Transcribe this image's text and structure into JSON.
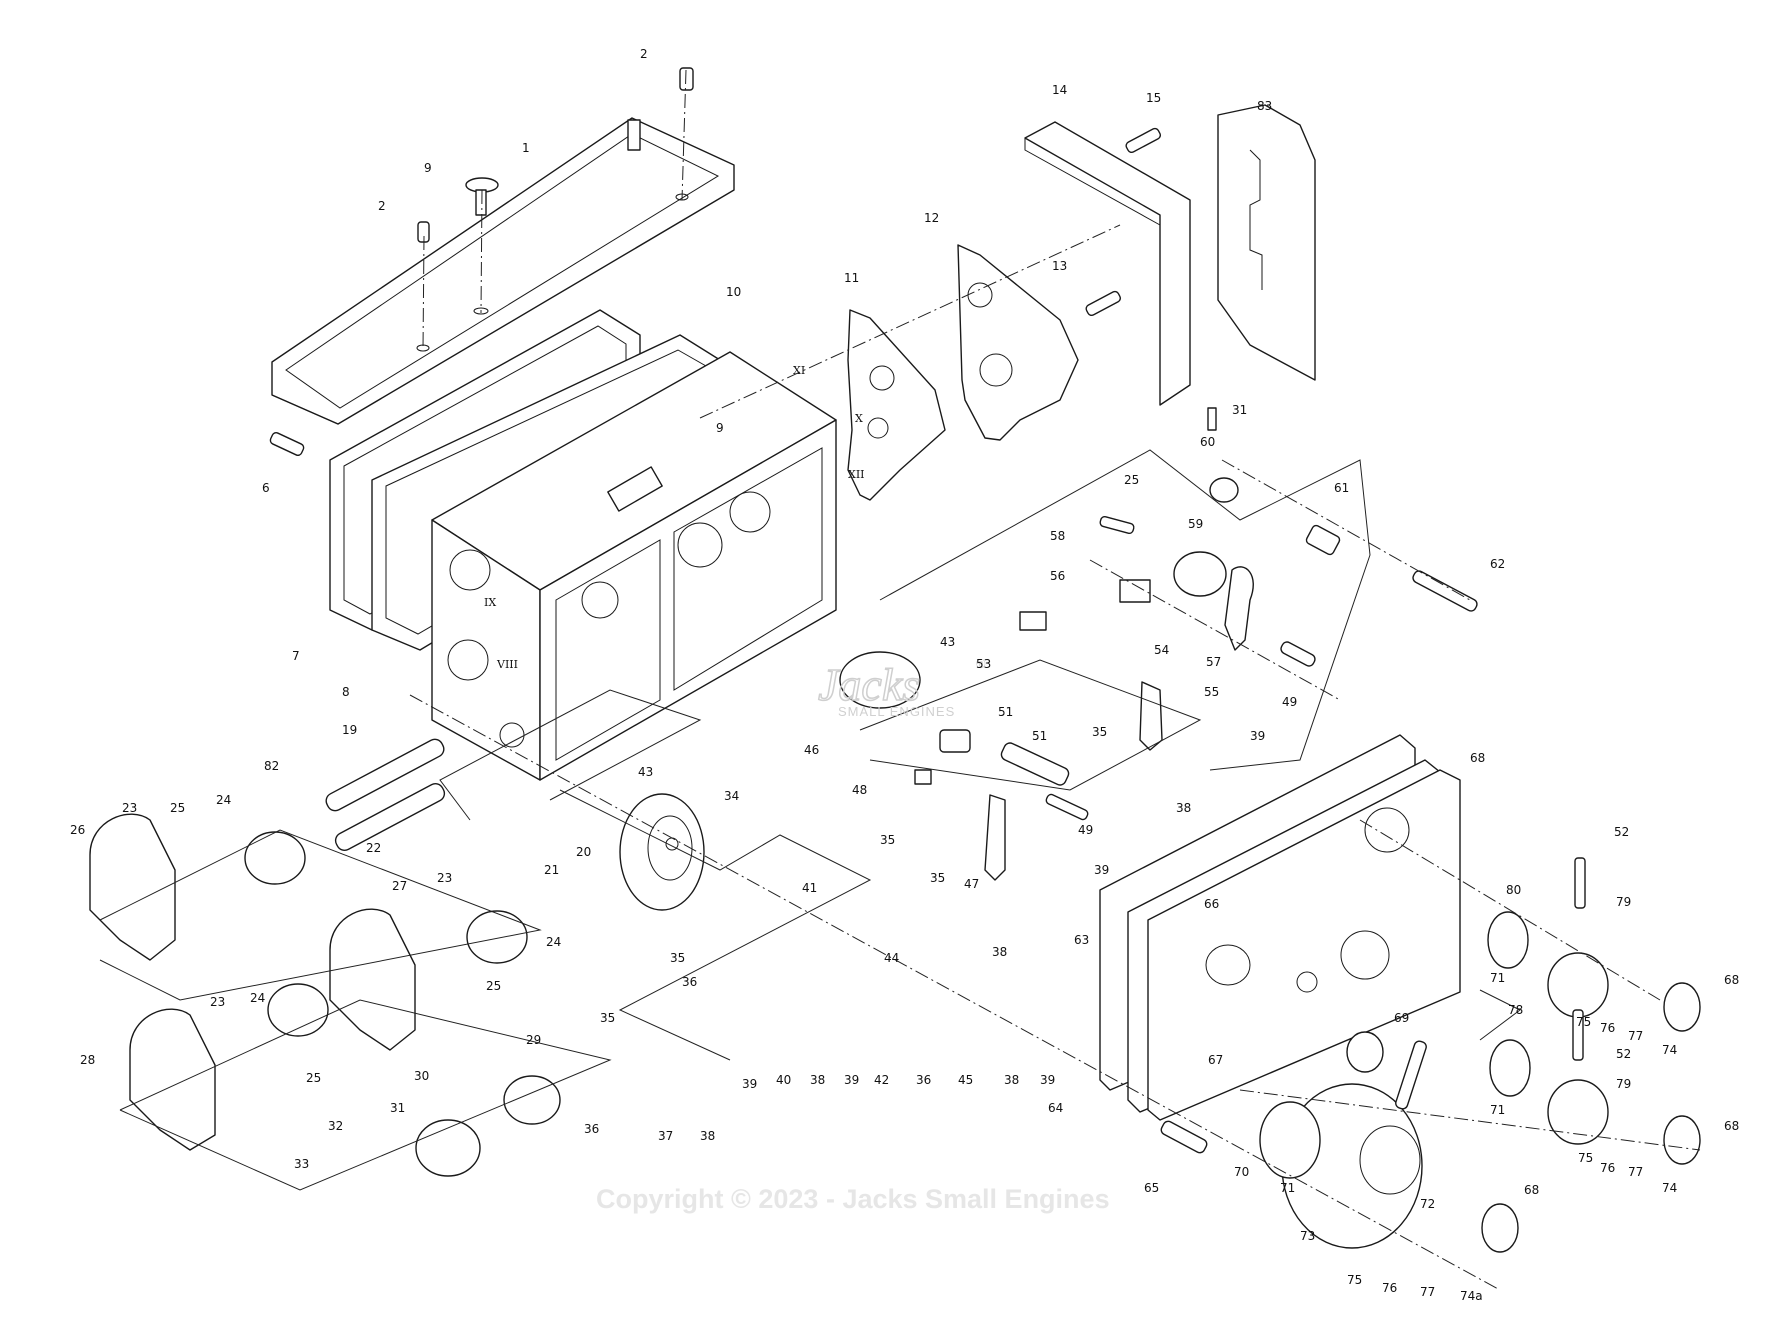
{
  "watermark": {
    "copyright": "Copyright © 2023 - Jacks Small Engines",
    "logo_text": "Jacks",
    "logo_sub": "SMALL ENGINES",
    "registered": "®"
  },
  "labels": [
    {
      "id": "l2a",
      "text": "2"
    },
    {
      "id": "l1",
      "text": "1"
    },
    {
      "id": "l9a",
      "text": "9"
    },
    {
      "id": "l2b",
      "text": "2"
    },
    {
      "id": "l10",
      "text": "10"
    },
    {
      "id": "l6",
      "text": "6"
    },
    {
      "id": "l7",
      "text": "7"
    },
    {
      "id": "l8",
      "text": "8"
    },
    {
      "id": "l9b",
      "text": "9"
    },
    {
      "id": "l14",
      "text": "14"
    },
    {
      "id": "l15",
      "text": "15"
    },
    {
      "id": "l83",
      "text": "83"
    },
    {
      "id": "l12",
      "text": "12"
    },
    {
      "id": "l13",
      "text": "13"
    },
    {
      "id": "l11",
      "text": "11"
    },
    {
      "id": "l31a",
      "text": "31"
    },
    {
      "id": "l60",
      "text": "60"
    },
    {
      "id": "l25a",
      "text": "25"
    },
    {
      "id": "l61",
      "text": "61"
    },
    {
      "id": "l58",
      "text": "58"
    },
    {
      "id": "l59",
      "text": "59"
    },
    {
      "id": "l56",
      "text": "56"
    },
    {
      "id": "l62",
      "text": "62"
    },
    {
      "id": "l57",
      "text": "57"
    },
    {
      "id": "l43a",
      "text": "43"
    },
    {
      "id": "l53",
      "text": "53"
    },
    {
      "id": "l54",
      "text": "54"
    },
    {
      "id": "l55",
      "text": "55"
    },
    {
      "id": "l49a",
      "text": "49"
    },
    {
      "id": "l35a",
      "text": "35"
    },
    {
      "id": "l39a",
      "text": "39"
    },
    {
      "id": "l51a",
      "text": "51"
    },
    {
      "id": "l51b",
      "text": "51"
    },
    {
      "id": "l46",
      "text": "46"
    },
    {
      "id": "l38a",
      "text": "38"
    },
    {
      "id": "l48",
      "text": "48"
    },
    {
      "id": "l35b",
      "text": "35"
    },
    {
      "id": "l49b",
      "text": "49"
    },
    {
      "id": "l39b",
      "text": "39"
    },
    {
      "id": "l47",
      "text": "47"
    },
    {
      "id": "l38b",
      "text": "38"
    },
    {
      "id": "l68a",
      "text": "68"
    },
    {
      "id": "l19",
      "text": "19"
    },
    {
      "id": "l82",
      "text": "82"
    },
    {
      "id": "l22",
      "text": "22"
    },
    {
      "id": "l20",
      "text": "20"
    },
    {
      "id": "l21",
      "text": "21"
    },
    {
      "id": "l43b",
      "text": "43"
    },
    {
      "id": "l34",
      "text": "34"
    },
    {
      "id": "l26",
      "text": "26"
    },
    {
      "id": "l23a",
      "text": "23"
    },
    {
      "id": "l25b",
      "text": "25"
    },
    {
      "id": "l24a",
      "text": "24"
    },
    {
      "id": "l27",
      "text": "27"
    },
    {
      "id": "l23b",
      "text": "23"
    },
    {
      "id": "l24b",
      "text": "24"
    },
    {
      "id": "l25c",
      "text": "25"
    },
    {
      "id": "l35c",
      "text": "35"
    },
    {
      "id": "l41",
      "text": "41"
    },
    {
      "id": "l44",
      "text": "44"
    },
    {
      "id": "l35d",
      "text": "35"
    },
    {
      "id": "l36a",
      "text": "36"
    },
    {
      "id": "l42",
      "text": "42"
    },
    {
      "id": "l40",
      "text": "40"
    },
    {
      "id": "l38c",
      "text": "38"
    },
    {
      "id": "l39c",
      "text": "39"
    },
    {
      "id": "l36b",
      "text": "36"
    },
    {
      "id": "l45",
      "text": "45"
    },
    {
      "id": "l38d",
      "text": "38"
    },
    {
      "id": "l39d",
      "text": "39"
    },
    {
      "id": "l35e",
      "text": "35"
    },
    {
      "id": "l39e",
      "text": "39"
    },
    {
      "id": "l36c",
      "text": "36"
    },
    {
      "id": "l37",
      "text": "37"
    },
    {
      "id": "l38e",
      "text": "38"
    },
    {
      "id": "l24c",
      "text": "24"
    },
    {
      "id": "l23c",
      "text": "23"
    },
    {
      "id": "l28",
      "text": "28"
    },
    {
      "id": "l25d",
      "text": "25"
    },
    {
      "id": "l30",
      "text": "30"
    },
    {
      "id": "l29",
      "text": "29"
    },
    {
      "id": "l31b",
      "text": "31"
    },
    {
      "id": "l32",
      "text": "32"
    },
    {
      "id": "l33",
      "text": "33"
    },
    {
      "id": "l63",
      "text": "63"
    },
    {
      "id": "l66",
      "text": "66"
    },
    {
      "id": "l64",
      "text": "64"
    },
    {
      "id": "l67",
      "text": "67"
    },
    {
      "id": "l69",
      "text": "69"
    },
    {
      "id": "l65",
      "text": "65"
    },
    {
      "id": "l70",
      "text": "70"
    },
    {
      "id": "l71a",
      "text": "71"
    },
    {
      "id": "l72",
      "text": "72"
    },
    {
      "id": "l73",
      "text": "73"
    },
    {
      "id": "l75a",
      "text": "75"
    },
    {
      "id": "l76a",
      "text": "76"
    },
    {
      "id": "l77a",
      "text": "77"
    },
    {
      "id": "l74a",
      "text": "74a"
    },
    {
      "id": "l68b",
      "text": "68"
    },
    {
      "id": "l80",
      "text": "80"
    },
    {
      "id": "l52a",
      "text": "52"
    },
    {
      "id": "l79a",
      "text": "79"
    },
    {
      "id": "l71b",
      "text": "71"
    },
    {
      "id": "l75b",
      "text": "75"
    },
    {
      "id": "l76b",
      "text": "76"
    },
    {
      "id": "l77b",
      "text": "77"
    },
    {
      "id": "l74b",
      "text": "74"
    },
    {
      "id": "l68c",
      "text": "68"
    },
    {
      "id": "l78",
      "text": "78"
    },
    {
      "id": "l52b",
      "text": "52"
    },
    {
      "id": "l79b",
      "text": "79"
    },
    {
      "id": "l71c",
      "text": "71"
    },
    {
      "id": "l75c",
      "text": "75"
    },
    {
      "id": "l76c",
      "text": "76"
    },
    {
      "id": "l77c",
      "text": "77"
    },
    {
      "id": "l74c",
      "text": "74"
    },
    {
      "id": "l68d",
      "text": "68"
    }
  ],
  "roman_marks": [
    {
      "id": "rXI",
      "text": "XI"
    },
    {
      "id": "rX",
      "text": "X"
    },
    {
      "id": "rXII",
      "text": "XII"
    },
    {
      "id": "rIX",
      "text": "IX"
    },
    {
      "id": "rVIII",
      "text": "VIII"
    }
  ]
}
